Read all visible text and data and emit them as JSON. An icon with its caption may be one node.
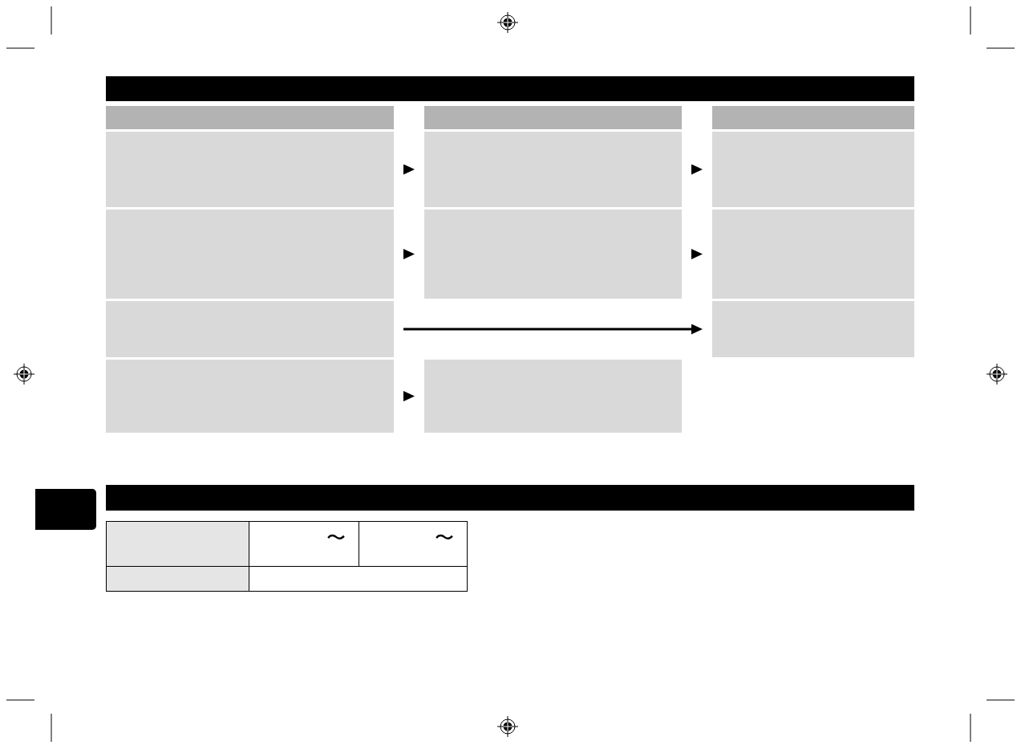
{
  "diagram": {
    "nodes": [
      {
        "text": [],
        "shape": "band"
      },
      {
        "text": [],
        "shape": "bar"
      },
      {
        "text": [],
        "shape": "bar"
      },
      {
        "text": [],
        "shape": "bar"
      },
      {
        "text": [],
        "shape": "box"
      },
      {
        "text": [],
        "shape": "box"
      },
      {
        "text": [],
        "shape": "box"
      },
      {
        "text": [],
        "shape": "box"
      },
      {
        "text": [],
        "shape": "box"
      },
      {
        "text": [],
        "shape": "box"
      },
      {
        "text": [],
        "shape": "box"
      },
      {
        "text": [],
        "shape": "box"
      },
      {
        "text": [],
        "shape": "box"
      },
      {
        "text": [],
        "shape": "box"
      },
      {
        "text": [],
        "shape": "tab"
      },
      {
        "text": [],
        "shape": "band"
      }
    ],
    "edges": [
      {
        "from": 4,
        "to": 5,
        "arrow": "to"
      },
      {
        "from": 5,
        "to": 6,
        "arrow": "to"
      },
      {
        "from": 7,
        "to": 8,
        "arrow": "to"
      },
      {
        "from": 8,
        "to": 9,
        "arrow": "to"
      },
      {
        "from": 10,
        "to": 11,
        "arrow": "to"
      },
      {
        "from": 12,
        "to": 13,
        "arrow": "to"
      }
    ],
    "labels": [
      "〜",
      "〜"
    ]
  }
}
